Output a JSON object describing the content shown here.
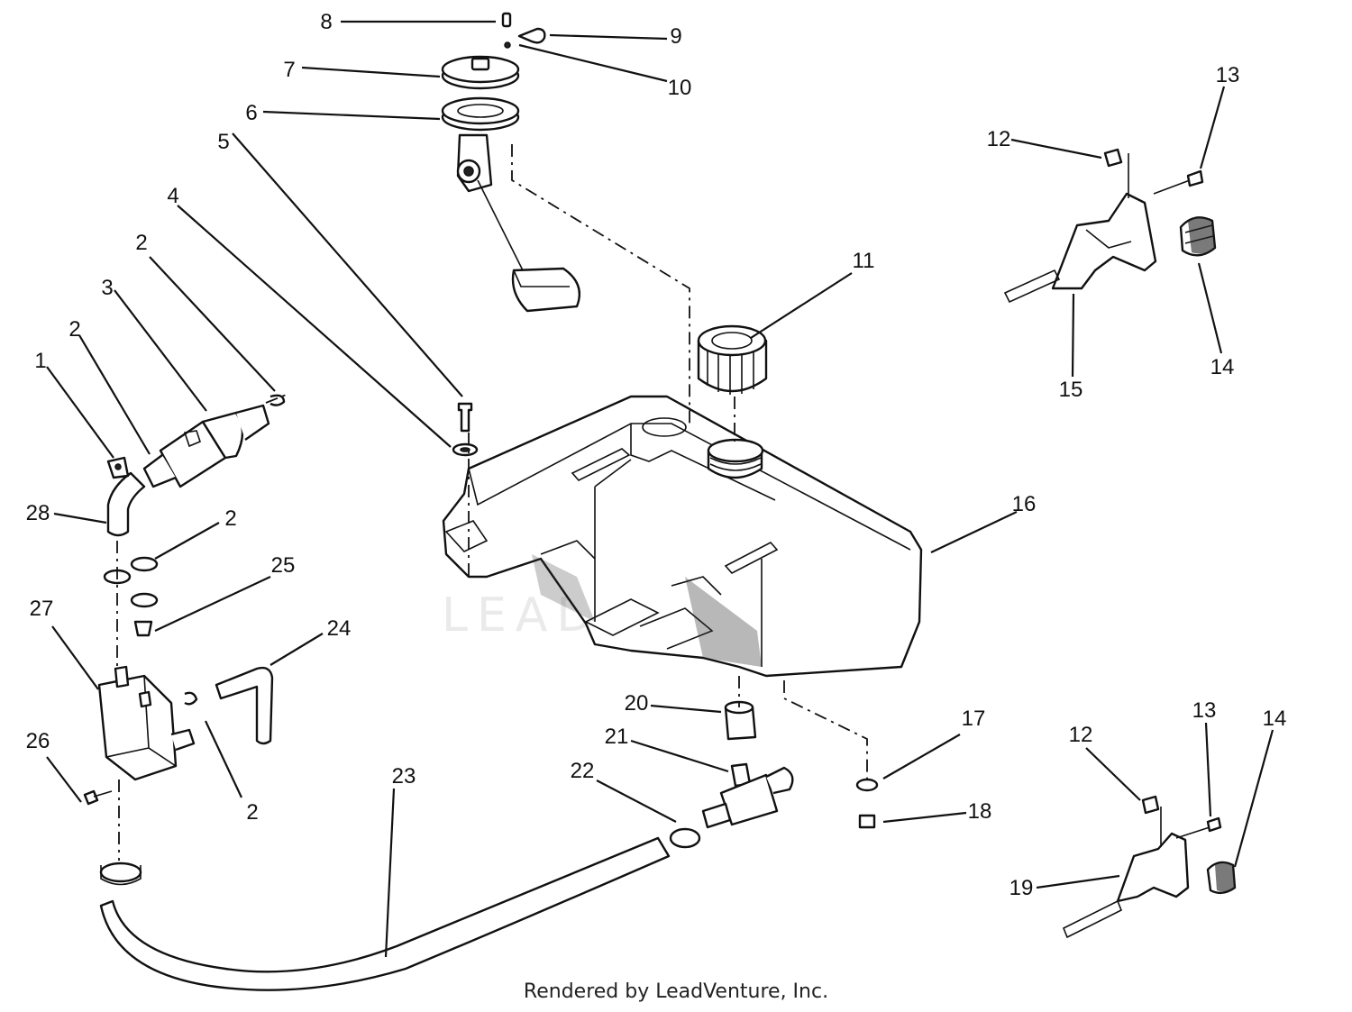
{
  "watermark": "LEADVENTURE",
  "footer": "Rendered by LeadVenture, Inc.",
  "callouts": [
    "1",
    "2",
    "2",
    "2",
    "2",
    "3",
    "4",
    "5",
    "6",
    "7",
    "8",
    "9",
    "10",
    "11",
    "12",
    "12",
    "13",
    "13",
    "14",
    "14",
    "15",
    "16",
    "17",
    "18",
    "19",
    "20",
    "21",
    "22",
    "23",
    "24",
    "25",
    "26",
    "27",
    "28"
  ]
}
